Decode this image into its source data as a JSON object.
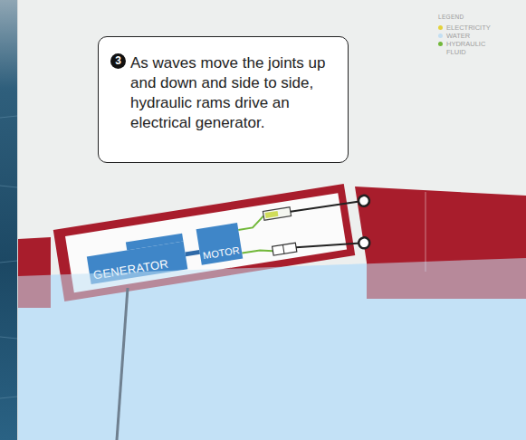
{
  "diagram": {
    "nodes": [
      {
        "text": [
          "As waves move the joints up and down and side to side, hydraulic rams drive an electrical generator."
        ]
      },
      {
        "text": [
          "GENERATOR"
        ]
      },
      {
        "text": [
          "MOTOR"
        ]
      }
    ],
    "edges": [
      {
        "from": 1,
        "to": 2,
        "arrow": "none"
      }
    ],
    "labels": [
      "3",
      "LEGEND"
    ],
    "legend": [
      {
        "text": "ELECTRICITY",
        "color": "#e3d23c"
      },
      {
        "text": "WATER",
        "color": "#c4dff2"
      },
      {
        "text": "HYDRAULIC FLUID",
        "color": "#72b83a"
      }
    ]
  }
}
